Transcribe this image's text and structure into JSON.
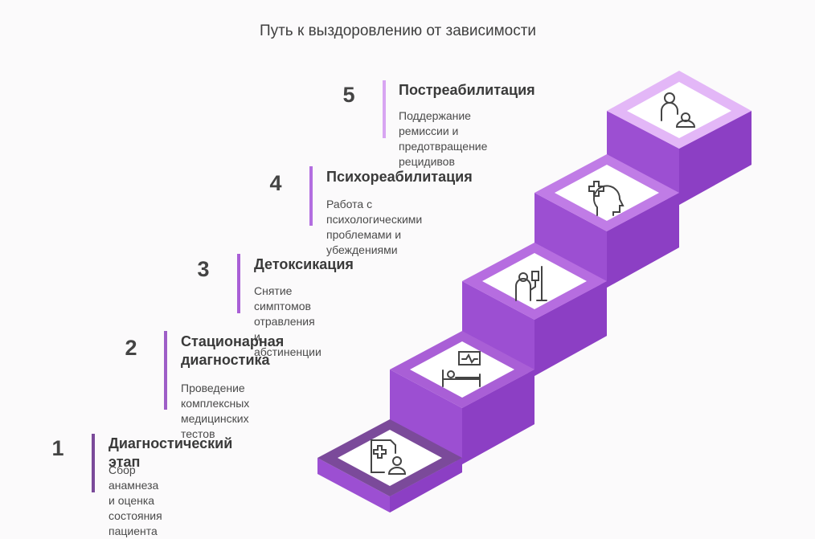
{
  "title": "Путь к выздоровлению от зависимости",
  "colors": {
    "step1": "#7b4a9a",
    "step2": "#9e5ec7",
    "step3": "#a95fd6",
    "step4": "#b36ee0",
    "step5": "#d8a5f2",
    "stair_side": "#9d4fd0",
    "stair_front": "#8a3fbf",
    "tile": "#ffffff",
    "icon": "#444444"
  },
  "steps": [
    {
      "number": "1",
      "heading": "Диагностический этап",
      "description": "Сбор анамнеза и оценка\nсостояния пациента",
      "icon": "medical-record-patient-icon"
    },
    {
      "number": "2",
      "heading": "Стационарная\nдиагностика",
      "description": "Проведение комплексных\nмедицинских тестов",
      "icon": "hospital-bed-monitor-icon"
    },
    {
      "number": "3",
      "heading": "Детоксикация",
      "description": "Снятие симптомов отравления и\nабстиненции",
      "icon": "iv-drip-patient-icon"
    },
    {
      "number": "4",
      "heading": "Психореабилитация",
      "description": "Работа с психологическими\nпроблемами и убеждениями",
      "icon": "head-medical-cross-icon"
    },
    {
      "number": "5",
      "heading": "Постреабилитация",
      "description": "Поддержание ремиссии и\nпредотвращение рецидивов",
      "icon": "caregiver-patient-icon"
    }
  ]
}
